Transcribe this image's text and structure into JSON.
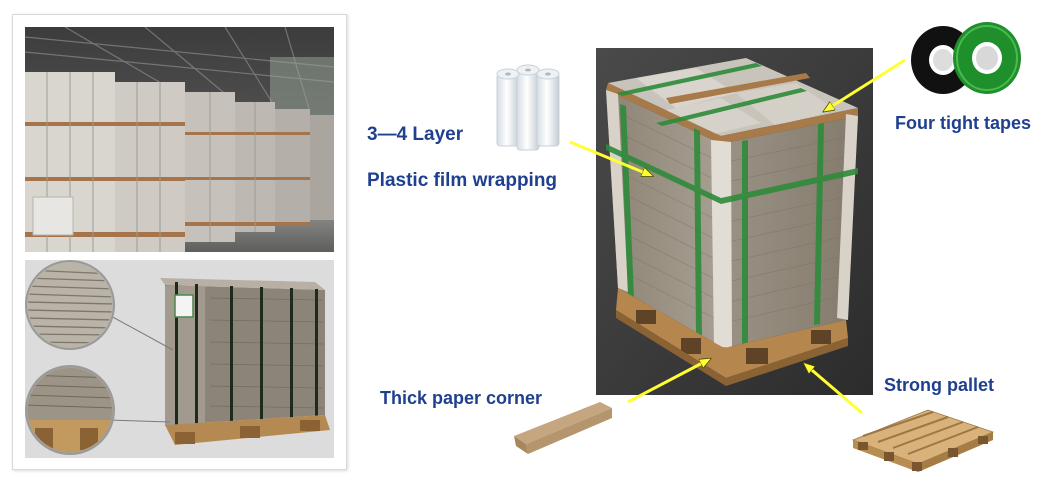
{
  "labels": {
    "layers": "3—4 Layer",
    "film": "Plastic film wrapping",
    "tapes": "Four tight tapes",
    "corner": "Thick paper corner",
    "pallet": "Strong pallet"
  },
  "colors": {
    "label_text": "#1f3f8f",
    "arrow": "#ffff33",
    "strap_green": "#2e8b3a",
    "board_grey": "#a49a8c",
    "pallet_wood": "#c9a46a"
  }
}
